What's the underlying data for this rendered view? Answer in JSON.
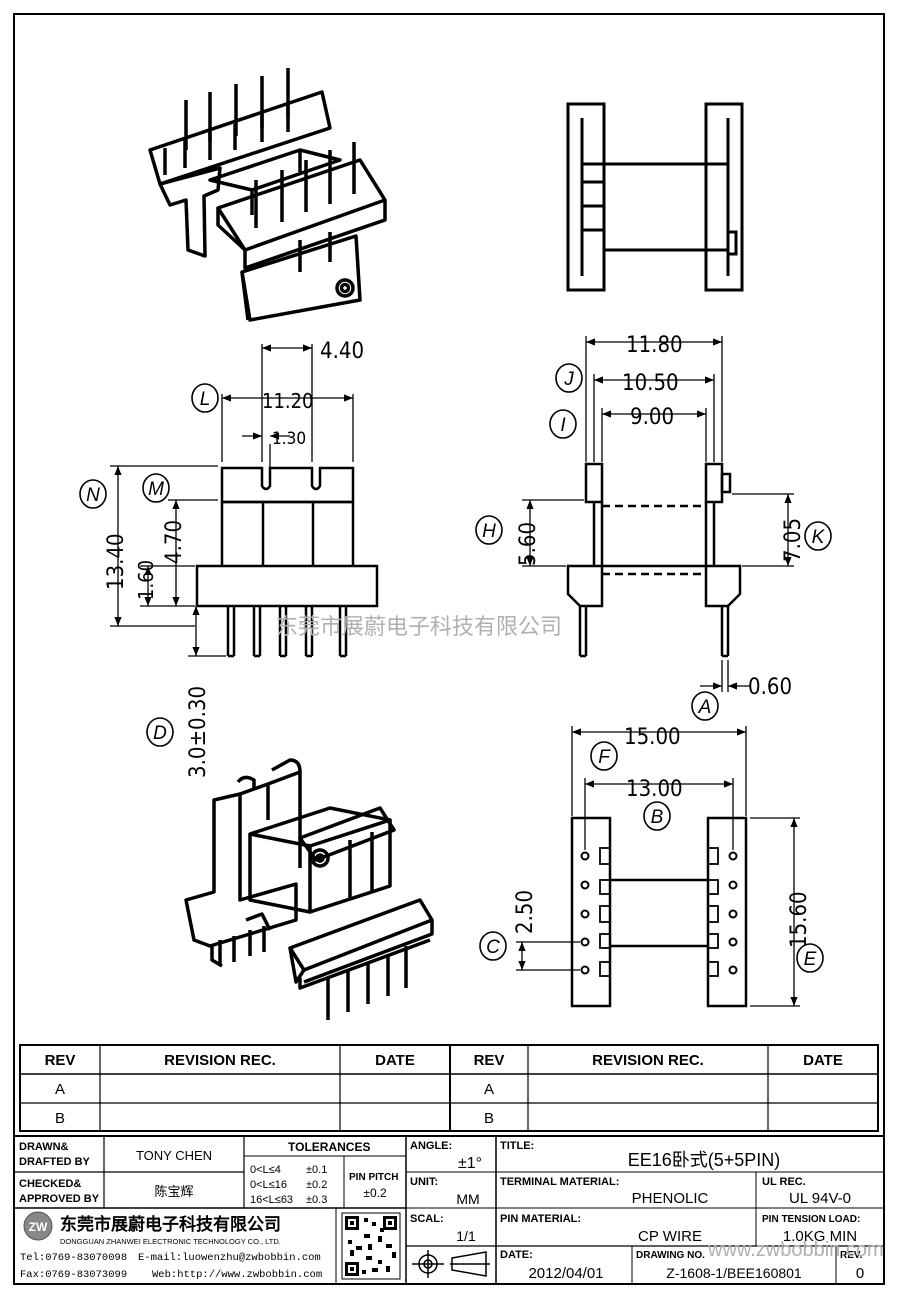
{
  "drawing": {
    "dims": {
      "d_4_40": "4.40",
      "d_11_20": "11.20",
      "d_1_30": "1.30",
      "d_13_40": "13.40",
      "d_4_70": "4.70",
      "d_1_60": "1.60",
      "d_3_0": "3.0±0.30",
      "d_11_80": "11.80",
      "d_10_50": "10.50",
      "d_9_00": "9.00",
      "d_5_60": "5.60",
      "d_7_05": "7.05",
      "d_0_60": "0.60",
      "d_15_00": "15.00",
      "d_13_00": "13.00",
      "d_2_50": "2.50",
      "d_15_60": "15.60"
    },
    "labels": {
      "A": "A",
      "B": "B",
      "C": "C",
      "D": "D",
      "E": "E",
      "F": "F",
      "H": "H",
      "I": "I",
      "J": "J",
      "K": "K",
      "L": "L",
      "M": "M",
      "N": "N"
    },
    "watermark": "东莞市展蔚电子科技有限公司",
    "watermark_url": "www.zwbobbin.com"
  },
  "revision_table": {
    "headers": [
      "REV",
      "REVISION REC.",
      "DATE",
      "REV",
      "REVISION REC.",
      "DATE"
    ],
    "rows": [
      [
        "A",
        "",
        "",
        "A",
        "",
        ""
      ],
      [
        "B",
        "",
        "",
        "B",
        "",
        ""
      ]
    ]
  },
  "title_block": {
    "drawn_label": "DRAWN&",
    "drafted_label": "DRAFTED BY",
    "drawn_value": "TONY CHEN",
    "checked_label": "CHECKED&",
    "approved_label": "APPROVED BY",
    "checked_value": "陈宝辉",
    "tolerances_label": "TOLERANCES",
    "tol_rows": [
      [
        "0<L≤4",
        "±0.1"
      ],
      [
        "0<L≤16",
        "±0.2"
      ],
      [
        "16<L≤63",
        "±0.3"
      ]
    ],
    "pin_pitch_label": "PIN PITCH",
    "pin_pitch_value": "±0.2",
    "angle_label": "ANGLE:",
    "angle_value": "±1°",
    "unit_label": "UNIT:",
    "unit_value": "MM",
    "scale_label": "SCAL:",
    "scale_value": "1/1",
    "title_label": "TITLE:",
    "title_value": "EE16卧式(5+5PIN)",
    "terminal_label": "TERMINAL MATERIAL:",
    "terminal_value": "PHENOLIC",
    "ul_label": "UL REC.",
    "ul_value": "UL 94V-0",
    "pin_material_label": "PIN MATERIAL:",
    "pin_material_value": "CP WIRE",
    "tension_label": "PIN TENSION LOAD:",
    "tension_value": "1.0KG MIN",
    "date_label": "DATE:",
    "date_value": "2012/04/01",
    "drawing_no_label": "DRAWING NO.",
    "drawing_no_value": "Z-1608-1/BEE160801",
    "rev_label": "REV.",
    "rev_value": "0",
    "company_cn": "东莞市展蔚电子科技有限公司",
    "company_en": "DONGGUAN ZHANWEI ELECTRONIC TECHNOLOGY CO., LTD.",
    "tel": "Tel:0769-83070098",
    "email": "E-mail:luowenzhu@zwbobbin.com",
    "fax": "Fax:0769-83073099",
    "web": "Web:http://www.zwbobbin.com",
    "logo_text": "ZW"
  }
}
